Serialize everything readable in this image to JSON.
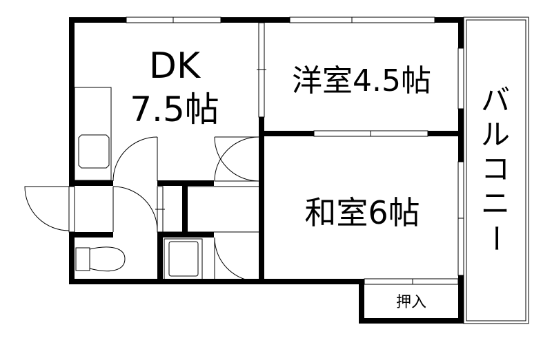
{
  "floor_plan": {
    "rooms": {
      "dk": {
        "name": "DK",
        "size": "7.5帖"
      },
      "western_room": {
        "label": "洋室4.5帖"
      },
      "japanese_room": {
        "label": "和室6帖"
      },
      "closet": {
        "label": "押入"
      },
      "balcony": {
        "chars": [
          "バ",
          "ル",
          "コ",
          "ニ",
          "ー"
        ]
      }
    }
  }
}
